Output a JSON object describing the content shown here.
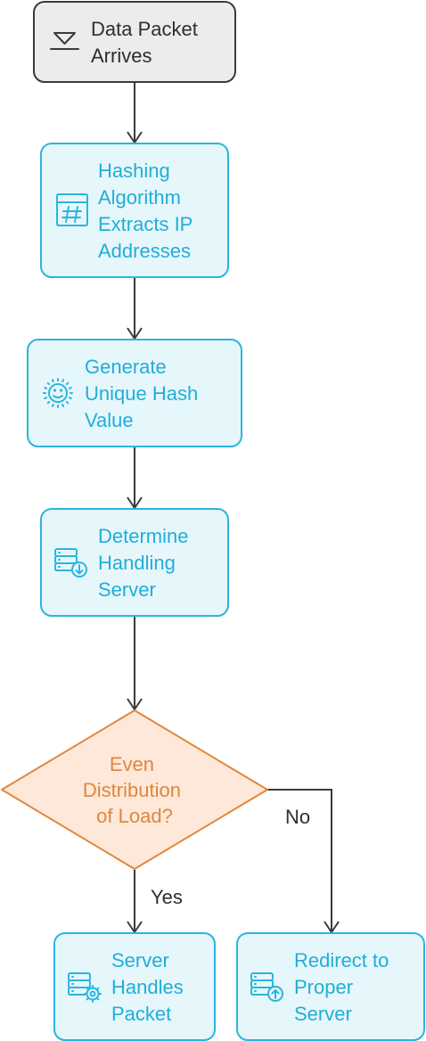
{
  "colors": {
    "start_fill": "#ececec",
    "start_stroke": "#3a3a3a",
    "start_text": "#2e2e2e",
    "process_fill": "#e6f7fc",
    "process_stroke": "#2ab6dc",
    "process_text": "#20aed8",
    "decision_fill": "#fde8d9",
    "decision_stroke": "#e0873c",
    "decision_text": "#e0873c",
    "edge": "#3a3a3a",
    "edge_label": "#2e2e2e"
  },
  "nodes": {
    "start": {
      "lines": [
        "Data Packet",
        "Arrives"
      ],
      "icon": "download-tray-icon"
    },
    "hashing": {
      "lines": [
        "Hashing",
        "Algorithm",
        "Extracts IP",
        "Addresses"
      ],
      "icon": "hash-window-icon"
    },
    "generate": {
      "lines": [
        "Generate",
        "Unique Hash",
        "Value"
      ],
      "icon": "smiley-sun-icon"
    },
    "determine": {
      "lines": [
        "Determine",
        "Handling",
        "Server"
      ],
      "icon": "server-download-icon"
    },
    "decision": {
      "lines": [
        "Even",
        "Distribution",
        "of Load?"
      ]
    },
    "handles": {
      "lines": [
        "Server",
        "Handles",
        "Packet"
      ],
      "icon": "server-gear-icon"
    },
    "redirect": {
      "lines": [
        "Redirect to",
        "Proper",
        "Server"
      ],
      "icon": "server-upload-icon"
    }
  },
  "edges": {
    "yes_label": "Yes",
    "no_label": "No"
  }
}
